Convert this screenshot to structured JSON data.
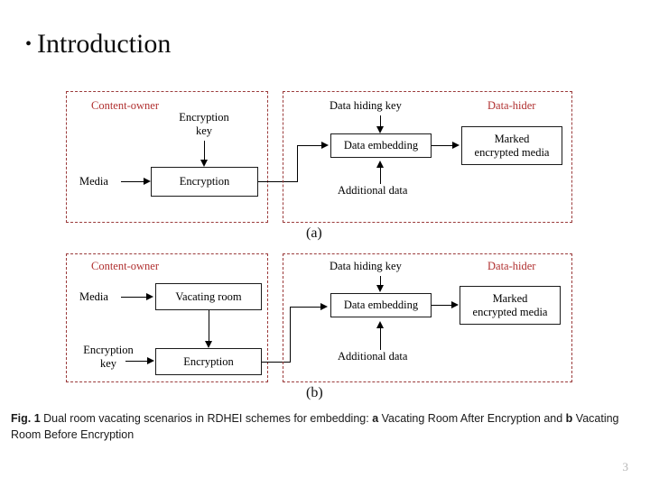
{
  "slide": {
    "title": "Introduction",
    "bullet_glyph": "•",
    "page_number": "3"
  },
  "figure": {
    "caption_prefix": "Fig. 1",
    "caption_text": " Dual room vacating scenarios in RDHEI schemes for embedding: ",
    "caption_marker_a": "a",
    "caption_part_a": " Vacating Room After Encryption and ",
    "caption_marker_b": "b",
    "caption_part_b": " Vacating Room Before Encryption",
    "subcaption_a": "(a)",
    "subcaption_b": "(b)",
    "colors": {
      "panel_border": "#9b3b3b",
      "panel_label": "#b03030",
      "box_border": "#1a1a1a",
      "arrow": "#000000",
      "page_number": "#b5b5b5"
    },
    "panels": [
      {
        "id": "a-content-owner",
        "label": "Content-owner",
        "labels": [
          "Encryption\nkey",
          "Media"
        ],
        "label_encryption_key_line1": "Encryption",
        "label_encryption_key_line2": "key",
        "label_media": "Media",
        "boxes": [
          {
            "id": "a-encryption",
            "text": "Encryption"
          }
        ]
      },
      {
        "id": "a-data-hider",
        "label": "Data-hider",
        "label_data_hiding_key": "Data hiding key",
        "label_additional_data": "Additional data",
        "boxes": [
          {
            "id": "a-data-embedding",
            "text": "Data embedding"
          },
          {
            "id": "a-marked-media",
            "text": "Marked\nencrypted media",
            "line1": "Marked",
            "line2": "encrypted media"
          }
        ]
      },
      {
        "id": "b-content-owner",
        "label": "Content-owner",
        "label_media": "Media",
        "label_encryption_key_line1": "Encryption",
        "label_encryption_key_line2": "key",
        "boxes": [
          {
            "id": "b-vacating-room",
            "text": "Vacating room"
          },
          {
            "id": "b-encryption",
            "text": "Encryption"
          }
        ]
      },
      {
        "id": "b-data-hider",
        "label": "Data-hider",
        "label_data_hiding_key": "Data hiding key",
        "label_additional_data": "Additional data",
        "boxes": [
          {
            "id": "b-data-embedding",
            "text": "Data embedding"
          },
          {
            "id": "b-marked-media",
            "line1": "Marked",
            "line2": "encrypted media"
          }
        ]
      }
    ]
  }
}
